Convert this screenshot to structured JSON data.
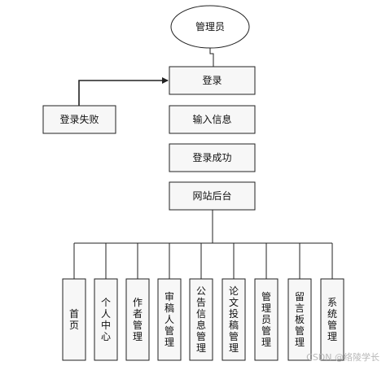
{
  "diagram": {
    "top_node": "管理员",
    "flow": [
      "登录",
      "输入信息",
      "登录成功",
      "网站后台"
    ],
    "failure_node": "登录失败",
    "modules": [
      "首页",
      "个人中心",
      "作者管理",
      "审稿人管理",
      "公告信息管理",
      "论文投稿管理",
      "管理员管理",
      "留言板管理",
      "系统管理"
    ]
  },
  "watermark": "CSDN @络陵学长",
  "colors": {
    "stroke": "#222222",
    "box_fill": "#f7f7f7",
    "text": "#111111"
  }
}
